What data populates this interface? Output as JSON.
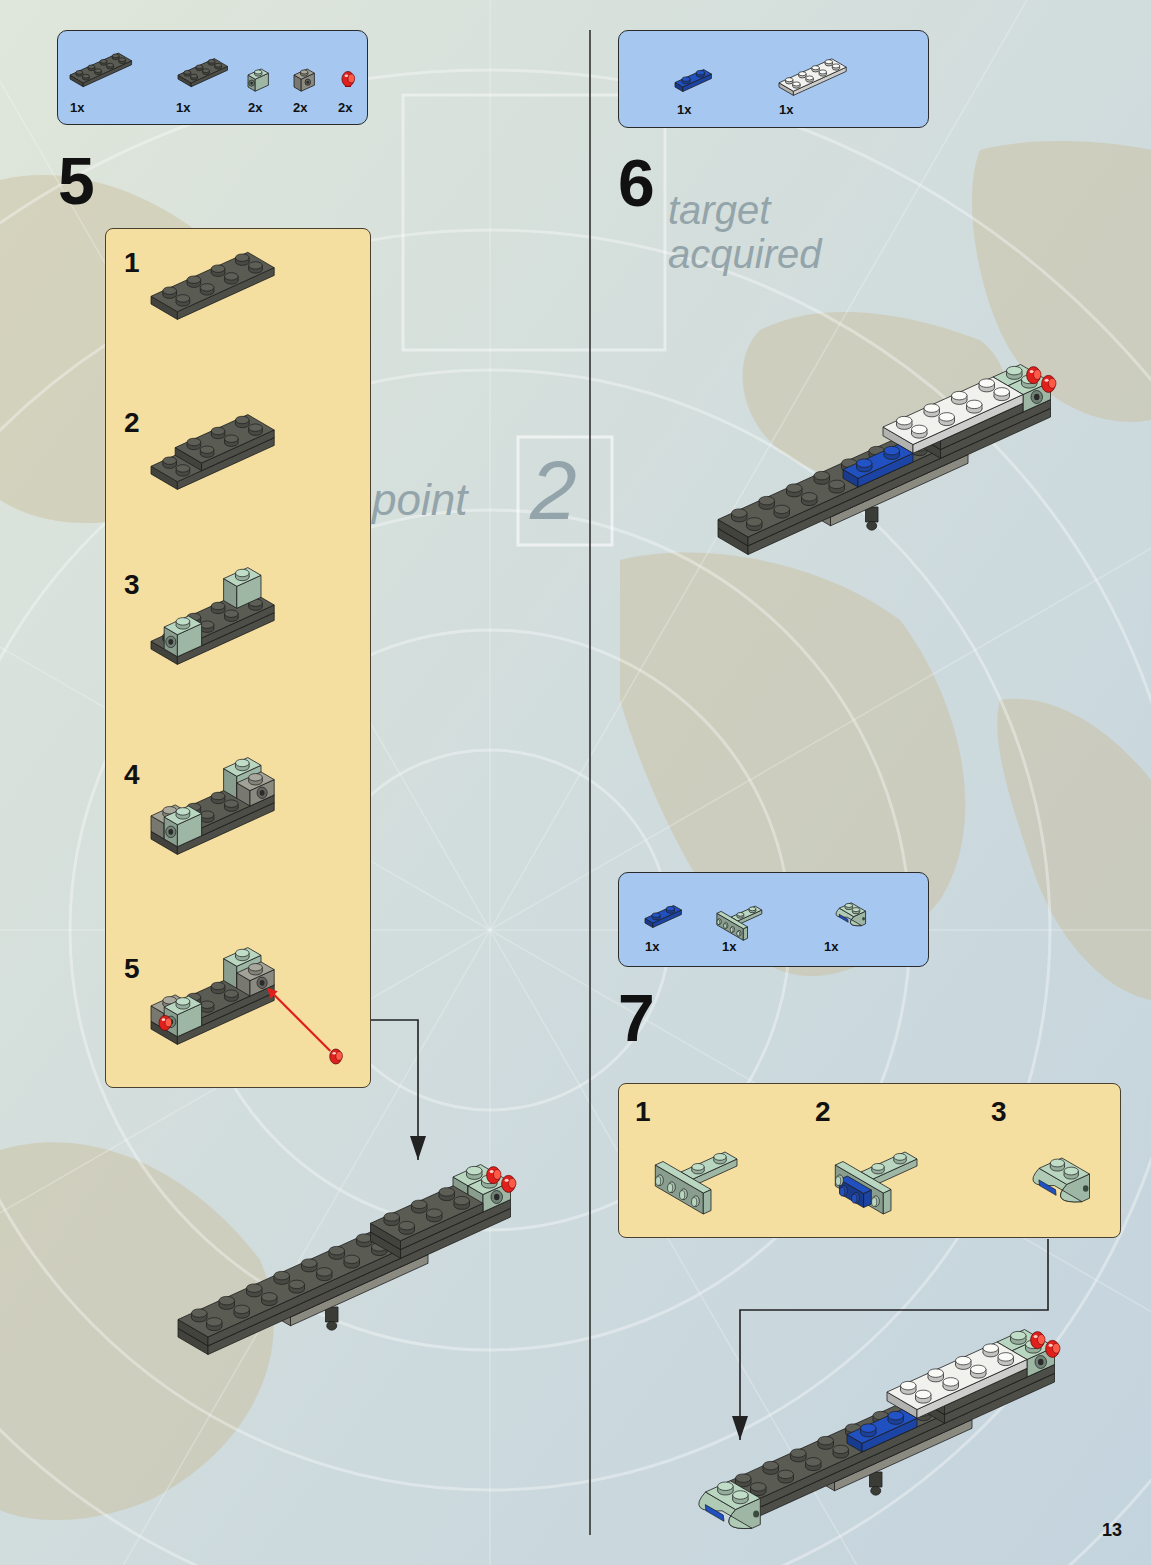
{
  "diagram": {
    "nodes": [
      {
        "text": [
          "1x",
          "1x",
          "2x",
          "2x",
          "2x"
        ]
      },
      {
        "text": [
          "1",
          "2",
          "3",
          "4",
          "5"
        ]
      },
      {
        "text": [
          "1x",
          "1x"
        ]
      },
      {
        "text": [
          "1x",
          "1x",
          "1x"
        ]
      },
      {
        "text": [
          "1",
          "2",
          "3"
        ]
      }
    ],
    "labels": [
      "5",
      "6",
      "target acquired",
      "2",
      "point",
      "7",
      "13"
    ]
  }
}
